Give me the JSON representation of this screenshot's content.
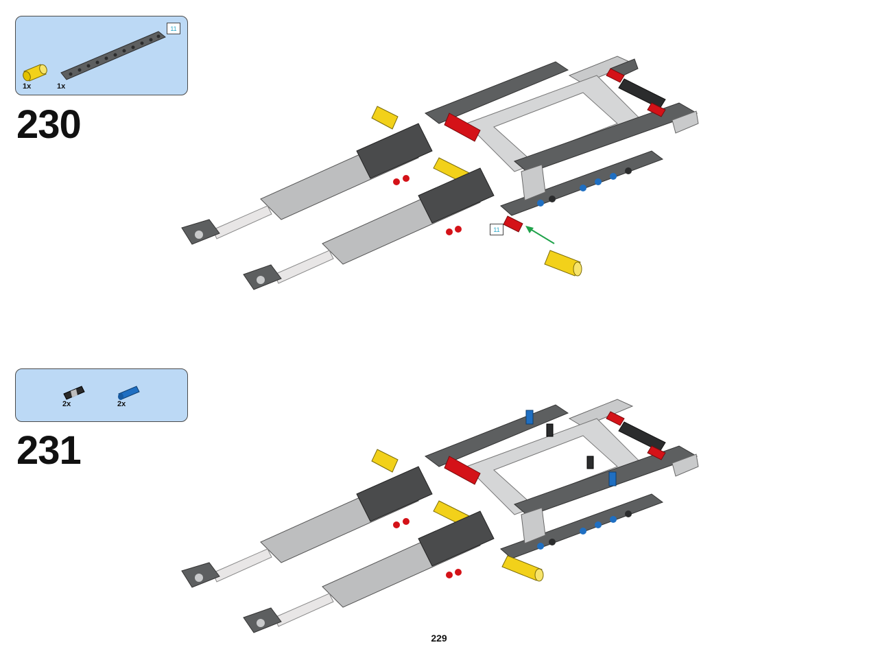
{
  "steps": [
    {
      "number": "230",
      "parts": [
        {
          "name": "yellow-axle-connector",
          "qty": "1x",
          "color": "#f2d11a"
        },
        {
          "name": "dark-gray-beam-11",
          "qty": "1x",
          "color": "#5d5f60",
          "length_label": "11"
        }
      ],
      "callout_label": "11"
    },
    {
      "number": "231",
      "parts": [
        {
          "name": "black-axle-pin-with-friction",
          "qty": "2x",
          "color": "#2a2a2a"
        },
        {
          "name": "blue-axle-pin",
          "qty": "2x",
          "color": "#1f6fc2"
        }
      ]
    }
  ],
  "page": {
    "number": "229"
  },
  "colors": {
    "parts_box_bg": "#bcd9f5",
    "beam_dark": "#5d5f60",
    "beam_light": "#c9cacb",
    "pin_red": "#d41218",
    "pin_blue": "#1f6fc2",
    "axle_yellow": "#f2d11a",
    "arrow_green": "#1fa24a",
    "callout_text": "#2aa8c8"
  }
}
